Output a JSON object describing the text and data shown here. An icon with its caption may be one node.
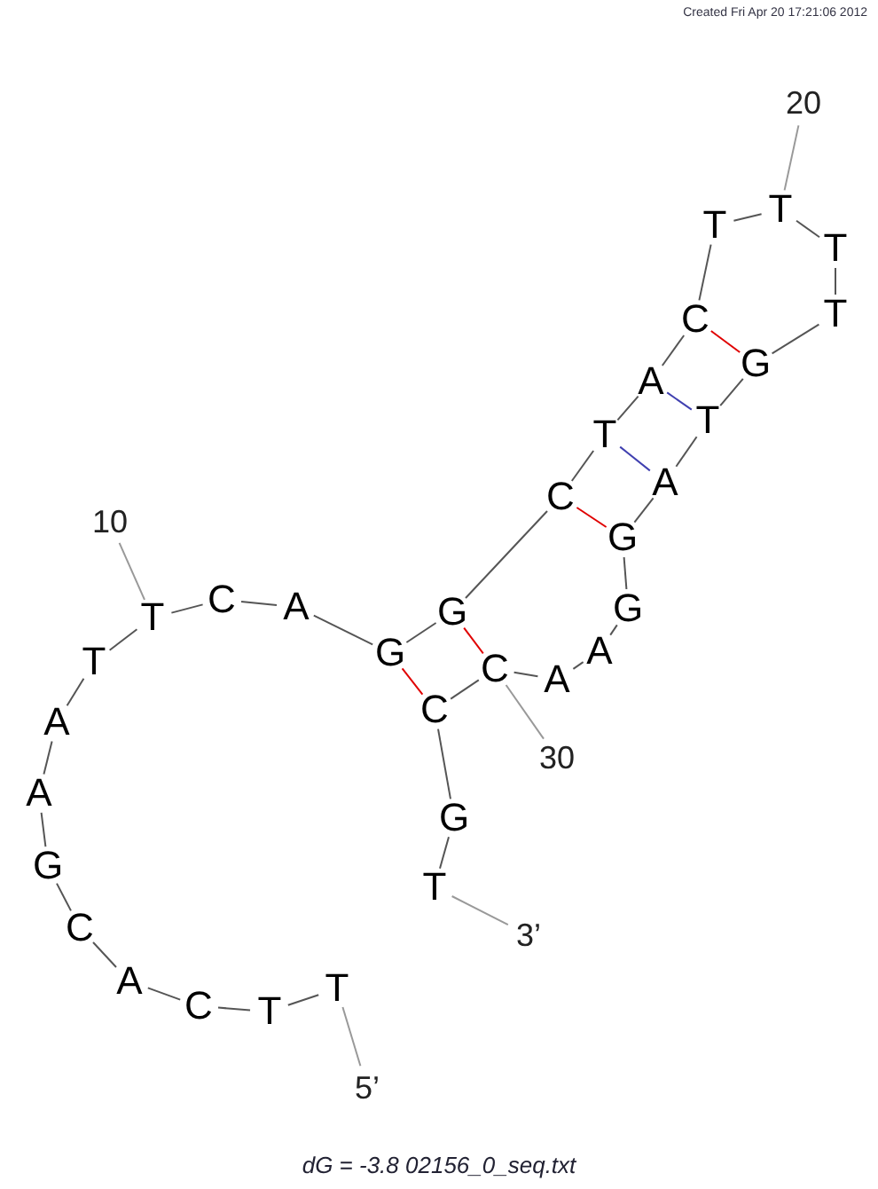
{
  "diagram": {
    "caption": "dG = -3.8 02156_0_seq.txt",
    "nodes": [
      {
        "text": [
          "T"
        ]
      },
      {
        "text": [
          "T"
        ]
      },
      {
        "text": [
          "C"
        ]
      },
      {
        "text": [
          "A"
        ]
      },
      {
        "text": [
          "C"
        ]
      },
      {
        "text": [
          "G"
        ]
      },
      {
        "text": [
          "A"
        ]
      },
      {
        "text": [
          "A"
        ]
      },
      {
        "text": [
          "T"
        ]
      },
      {
        "text": [
          "T"
        ]
      },
      {
        "text": [
          "C"
        ]
      },
      {
        "text": [
          "A"
        ]
      },
      {
        "text": [
          "G"
        ]
      },
      {
        "text": [
          "G"
        ]
      },
      {
        "text": [
          "C"
        ]
      },
      {
        "text": [
          "T"
        ]
      },
      {
        "text": [
          "A"
        ]
      },
      {
        "text": [
          "C"
        ]
      },
      {
        "text": [
          "T"
        ]
      },
      {
        "text": [
          "T"
        ]
      },
      {
        "text": [
          "T"
        ]
      },
      {
        "text": [
          "T"
        ]
      },
      {
        "text": [
          "G"
        ]
      },
      {
        "text": [
          "T"
        ]
      },
      {
        "text": [
          "A"
        ]
      },
      {
        "text": [
          "G"
        ]
      },
      {
        "text": [
          "G"
        ]
      },
      {
        "text": [
          "A"
        ]
      },
      {
        "text": [
          "A"
        ]
      },
      {
        "text": [
          "C"
        ]
      },
      {
        "text": [
          "C"
        ]
      },
      {
        "text": [
          "G"
        ]
      },
      {
        "text": [
          "T"
        ]
      },
      {
        "text": [
          "10"
        ]
      },
      {
        "text": [
          "20"
        ]
      },
      {
        "text": [
          "30"
        ]
      },
      {
        "text": [
          "5’"
        ]
      },
      {
        "text": [
          "3’"
        ]
      }
    ],
    "edges": [
      {
        "from": 0,
        "to": 1,
        "arrow": "none"
      },
      {
        "from": 1,
        "to": 2,
        "arrow": "none"
      },
      {
        "from": 2,
        "to": 3,
        "arrow": "none"
      },
      {
        "from": 3,
        "to": 4,
        "arrow": "none"
      },
      {
        "from": 4,
        "to": 5,
        "arrow": "none"
      },
      {
        "from": 5,
        "to": 6,
        "arrow": "none"
      },
      {
        "from": 6,
        "to": 7,
        "arrow": "none"
      },
      {
        "from": 7,
        "to": 8,
        "arrow": "none"
      },
      {
        "from": 8,
        "to": 9,
        "arrow": "none"
      },
      {
        "from": 9,
        "to": 10,
        "arrow": "none"
      },
      {
        "from": 10,
        "to": 11,
        "arrow": "none"
      },
      {
        "from": 11,
        "to": 12,
        "arrow": "none"
      },
      {
        "from": 12,
        "to": 13,
        "arrow": "none"
      },
      {
        "from": 13,
        "to": 14,
        "arrow": "none"
      },
      {
        "from": 14,
        "to": 15,
        "arrow": "none"
      },
      {
        "from": 15,
        "to": 16,
        "arrow": "none"
      },
      {
        "from": 16,
        "to": 17,
        "arrow": "none"
      },
      {
        "from": 17,
        "to": 18,
        "arrow": "none"
      },
      {
        "from": 18,
        "to": 19,
        "arrow": "none"
      },
      {
        "from": 19,
        "to": 20,
        "arrow": "none"
      },
      {
        "from": 20,
        "to": 21,
        "arrow": "none"
      },
      {
        "from": 21,
        "to": 22,
        "arrow": "none"
      },
      {
        "from": 22,
        "to": 23,
        "arrow": "none"
      },
      {
        "from": 23,
        "to": 24,
        "arrow": "none"
      },
      {
        "from": 24,
        "to": 25,
        "arrow": "none"
      },
      {
        "from": 25,
        "to": 26,
        "arrow": "none"
      },
      {
        "from": 26,
        "to": 27,
        "arrow": "none"
      },
      {
        "from": 27,
        "to": 28,
        "arrow": "none"
      },
      {
        "from": 28,
        "to": 29,
        "arrow": "none"
      },
      {
        "from": 29,
        "to": 30,
        "arrow": "none"
      },
      {
        "from": 30,
        "to": 31,
        "arrow": "none"
      },
      {
        "from": 31,
        "to": 32,
        "arrow": "none"
      },
      {
        "from": 12,
        "to": 30,
        "arrow": "none",
        "color": "#e00000"
      },
      {
        "from": 13,
        "to": 29,
        "arrow": "none",
        "color": "#e00000"
      },
      {
        "from": 14,
        "to": 25,
        "arrow": "none",
        "color": "#e00000"
      },
      {
        "from": 15,
        "to": 24,
        "arrow": "none",
        "color": "#4040b0"
      },
      {
        "from": 16,
        "to": 23,
        "arrow": "none",
        "color": "#4040b0"
      },
      {
        "from": 17,
        "to": 22,
        "arrow": "none",
        "color": "#e00000"
      },
      {
        "from": 33,
        "to": 9,
        "arrow": "none",
        "color": "#999999"
      },
      {
        "from": 34,
        "to": 19,
        "arrow": "none",
        "color": "#999999"
      },
      {
        "from": 35,
        "to": 29,
        "arrow": "none",
        "color": "#999999"
      },
      {
        "from": 36,
        "to": 0,
        "arrow": "none",
        "color": "#999999"
      },
      {
        "from": 37,
        "to": 32,
        "arrow": "none",
        "color": "#999999"
      }
    ],
    "labels": [
      "Created Fri Apr 20 17:21:06 2012"
    ]
  }
}
